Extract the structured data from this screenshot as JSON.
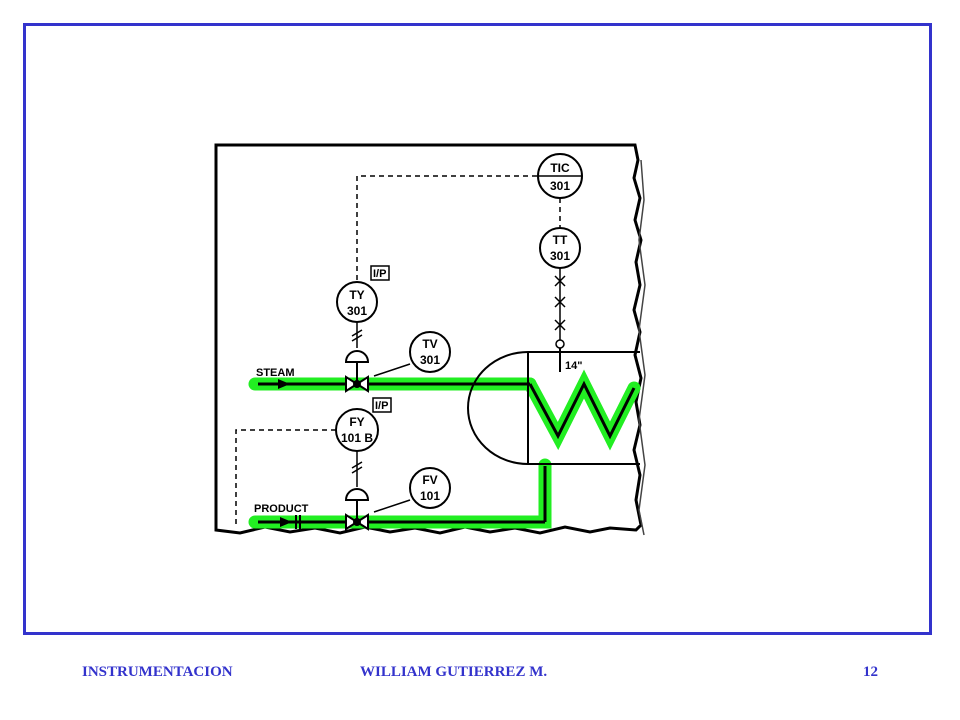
{
  "diagram": {
    "instruments": {
      "tic": {
        "function": "TIC",
        "number": "301"
      },
      "tt": {
        "function": "TT",
        "number": "301"
      },
      "ty": {
        "function": "TY",
        "number": "301"
      },
      "tv": {
        "function": "TV",
        "number": "301"
      },
      "fy": {
        "function": "FY",
        "number": "101 B"
      },
      "fv": {
        "function": "FV",
        "number": "101"
      }
    },
    "converters": {
      "top": "I/P",
      "bottom": "I/P"
    },
    "lines": {
      "steam": "STEAM",
      "product": "PRODUCT"
    },
    "thermowell_size": "14\"",
    "colors": {
      "process_line": "#22ee22",
      "pipe": "#000000",
      "frame": "#3333cc"
    }
  },
  "footer": {
    "course": "INSTRUMENTACION",
    "author": "WILLIAM GUTIERREZ M.",
    "page": "12"
  }
}
